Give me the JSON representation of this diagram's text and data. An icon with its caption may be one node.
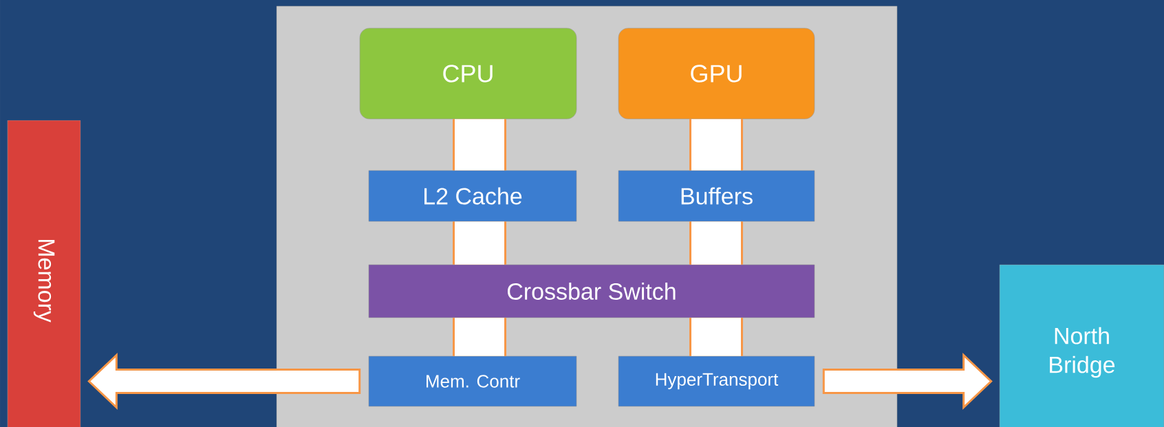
{
  "diagram": {
    "nodes": [
      {
        "text": [],
        "shape": "box"
      },
      {
        "text": [
          "CPU"
        ],
        "in": 0
      },
      {
        "text": [
          "GPU"
        ],
        "in": 0
      },
      {
        "text": [
          "L2 Cache"
        ],
        "in": 0
      },
      {
        "text": [
          "Buffers"
        ],
        "in": 0
      },
      {
        "text": [
          "Crossbar Switch"
        ],
        "in": 0
      },
      {
        "text": [
          "Mem. Contr"
        ],
        "in": 0
      },
      {
        "text": [
          "HyperTransport"
        ],
        "in": 0
      },
      {
        "text": [
          "Memory"
        ]
      },
      {
        "text": [
          "North Bridge"
        ]
      }
    ],
    "edges": [
      {
        "from": 1,
        "to": 3,
        "arrow": "none"
      },
      {
        "from": 3,
        "to": 5,
        "arrow": "none"
      },
      {
        "from": 5,
        "to": 6,
        "arrow": "none"
      },
      {
        "from": 2,
        "to": 4,
        "arrow": "none"
      },
      {
        "from": 4,
        "to": 5,
        "arrow": "none"
      },
      {
        "from": 5,
        "to": 7,
        "arrow": "none"
      },
      {
        "from": 6,
        "to": 8,
        "arrow": "to"
      },
      {
        "from": 7,
        "to": 9,
        "arrow": "to"
      }
    ]
  }
}
